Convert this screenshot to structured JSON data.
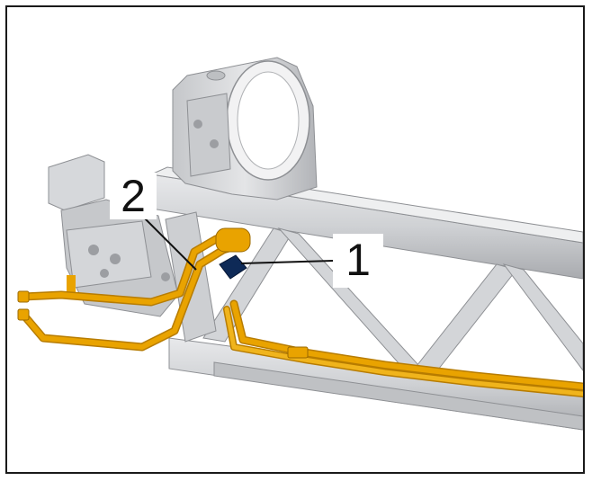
{
  "callouts": [
    {
      "number": "1",
      "part": "blue-marked-component"
    },
    {
      "number": "2",
      "part": "hydraulic-line"
    }
  ],
  "colors": {
    "frame_border": "#1a1a1a",
    "chassis_light": "#d9dadc",
    "chassis_mid": "#b6b8bb",
    "chassis_dark": "#8e9094",
    "hydraulic_line": "#e9a300",
    "hydraulic_line_shadow": "#b77c00",
    "marked_part": "#0e2a57"
  },
  "icons": [
    "frame-assembly-drawing",
    "leader-line"
  ]
}
